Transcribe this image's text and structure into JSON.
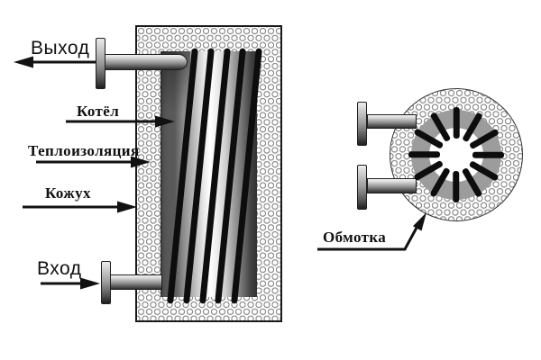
{
  "diagram": {
    "left_figure": {
      "labels": {
        "outlet": "Выход",
        "boiler": "Котёл",
        "insulation": "Теплоизоляция",
        "casing": "Кожух",
        "inlet": "Вход"
      },
      "coil_turn_count": 5
    },
    "right_figure": {
      "labels": {
        "winding": "Обмотка"
      },
      "winding_bar_count": 12
    },
    "colors": {
      "line": "#111111",
      "honeycomb_stroke": "#8a8a8a",
      "ring_gray": "#9c9c9c",
      "coil_black": "#0d0d0d"
    }
  }
}
